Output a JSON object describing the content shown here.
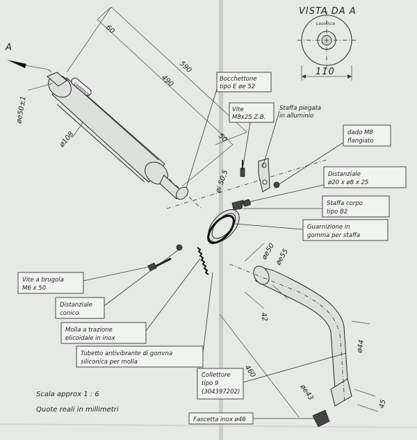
{
  "view": {
    "title": "VISTA DA A",
    "arrow_letter": "A",
    "width": "110",
    "logo": "LeoVince"
  },
  "dimensions": {
    "length_total": "590",
    "length_body": "490",
    "end_60": "60",
    "end_50": "50",
    "body_diameter": "ø108",
    "outlet_diameter": "øe50±1",
    "inlet_diameter": "øi 50,5",
    "pipe_outer": "øe50",
    "pipe_inner": "øe55",
    "offset_42": "42",
    "bend_44": "ø44",
    "length_460": "460",
    "collector_43": "øe43",
    "end_45": "45"
  },
  "labels": {
    "bocchettone": "Bocchettone tipo E øe 52",
    "vite_m8": "Vite M8x25 Z.B.",
    "staffa_piegata": "Staffa piegata in alluminio",
    "dado_m8": "dado M8 flangiato",
    "distanziale": "Distanziale ø20 x ø8 x 25",
    "staffa_corpo": "Staffa corpo tipo B2",
    "guarnizione": "Guarnizione in gomma per staffa",
    "vite_brugola": "Vite a brugola M6 x 50",
    "distanziale_conico": "Distanziale conico",
    "molla": "Molla a trazione elicoidale in inox",
    "tubetto": "Tubetto antivibrante di gomma siliconica per molla",
    "collettore": "Collettore tipo 9 (304397202)",
    "fascetta": "Fascetta inox ø46"
  },
  "notes": {
    "scale": "Scala approx 1 : 6",
    "units": "Quote reali in millimetri"
  }
}
